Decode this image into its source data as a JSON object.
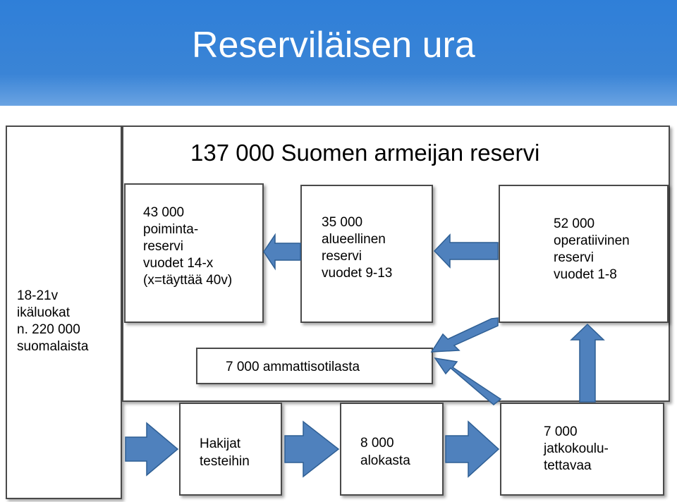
{
  "title": "Reserviläisen ura",
  "reserve_title": "137 000 Suomen armeijan reservi",
  "age_box": [
    "18-21v",
    "ikäluokat",
    "n. 220 000",
    "suomalaista"
  ],
  "pick_reserve": [
    "43 000",
    "poiminta-",
    "reservi",
    "vuodet 14-x",
    "(x=täyttää 40v)"
  ],
  "regional_reserve": [
    "35 000",
    "alueellinen",
    "reservi",
    "vuodet 9-13"
  ],
  "operative_reserve": [
    "52 000",
    "operatiivinen",
    "reservi",
    "vuodet 1-8"
  ],
  "professional": "7 000 ammattisotilasta",
  "applicants": [
    "Hakijat",
    "testeihin"
  ],
  "recruits": [
    "8 000",
    "alokasta"
  ],
  "further_training": [
    "7 000",
    "jatkokoulu-",
    "tettavaa"
  ],
  "colors": {
    "header": "#3a84d6",
    "arrow_fill": "#4f81bd",
    "arrow_stroke": "#2f5f94"
  }
}
